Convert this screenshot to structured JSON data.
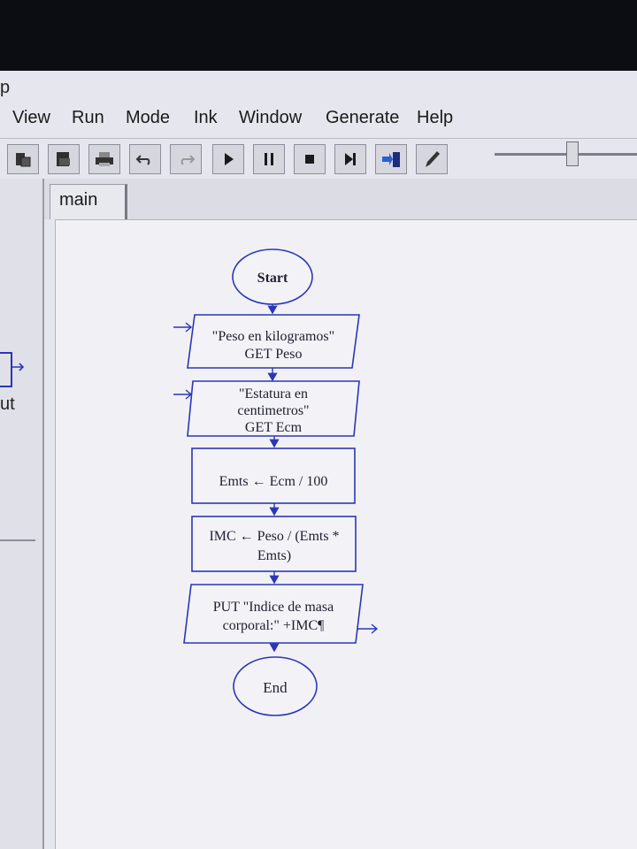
{
  "window": {
    "title_fragment": "p"
  },
  "menu": [
    "View",
    "Run",
    "Mode",
    "Ink",
    "Window",
    "Generate",
    "Help"
  ],
  "toolbar": {
    "buttons": [
      {
        "name": "paste-button",
        "icon": "paste-icon"
      },
      {
        "name": "copy-button",
        "icon": "copy-icon"
      },
      {
        "name": "print-button",
        "icon": "printer-icon"
      },
      {
        "name": "undo-button",
        "icon": "undo-icon"
      },
      {
        "name": "redo-button",
        "icon": "redo-icon"
      },
      {
        "name": "run-button",
        "icon": "play-icon"
      },
      {
        "name": "pause-button",
        "icon": "pause-icon"
      },
      {
        "name": "stop-button",
        "icon": "stop-icon"
      },
      {
        "name": "step-button",
        "icon": "step-icon"
      },
      {
        "name": "test-server-button",
        "icon": "server-icon"
      },
      {
        "name": "ink-pen-button",
        "icon": "pen-icon"
      }
    ],
    "speed_slider": {
      "level": 0.55
    }
  },
  "left_panel": {
    "fragment_text": "ut"
  },
  "tabs": [
    {
      "label": "main",
      "active": true
    }
  ],
  "flowchart": {
    "start": "Start",
    "input1": [
      "\"Peso en kilogramos\"",
      "GET Peso"
    ],
    "input2": [
      "\"Estatura en",
      "centimetros\"",
      "GET Ecm"
    ],
    "assign1": [
      "Emts ← Ecm / 100"
    ],
    "assign2": [
      "IMC ← Peso / (Emts *",
      "Emts)"
    ],
    "output1": [
      "PUT \"Indice de masa",
      "corporal:\" +IMC¶"
    ],
    "end": "End"
  },
  "colors": {
    "shape_stroke": "#2a36b8",
    "canvas": "#f1f1f5",
    "chrome": "#e6e7ee"
  }
}
